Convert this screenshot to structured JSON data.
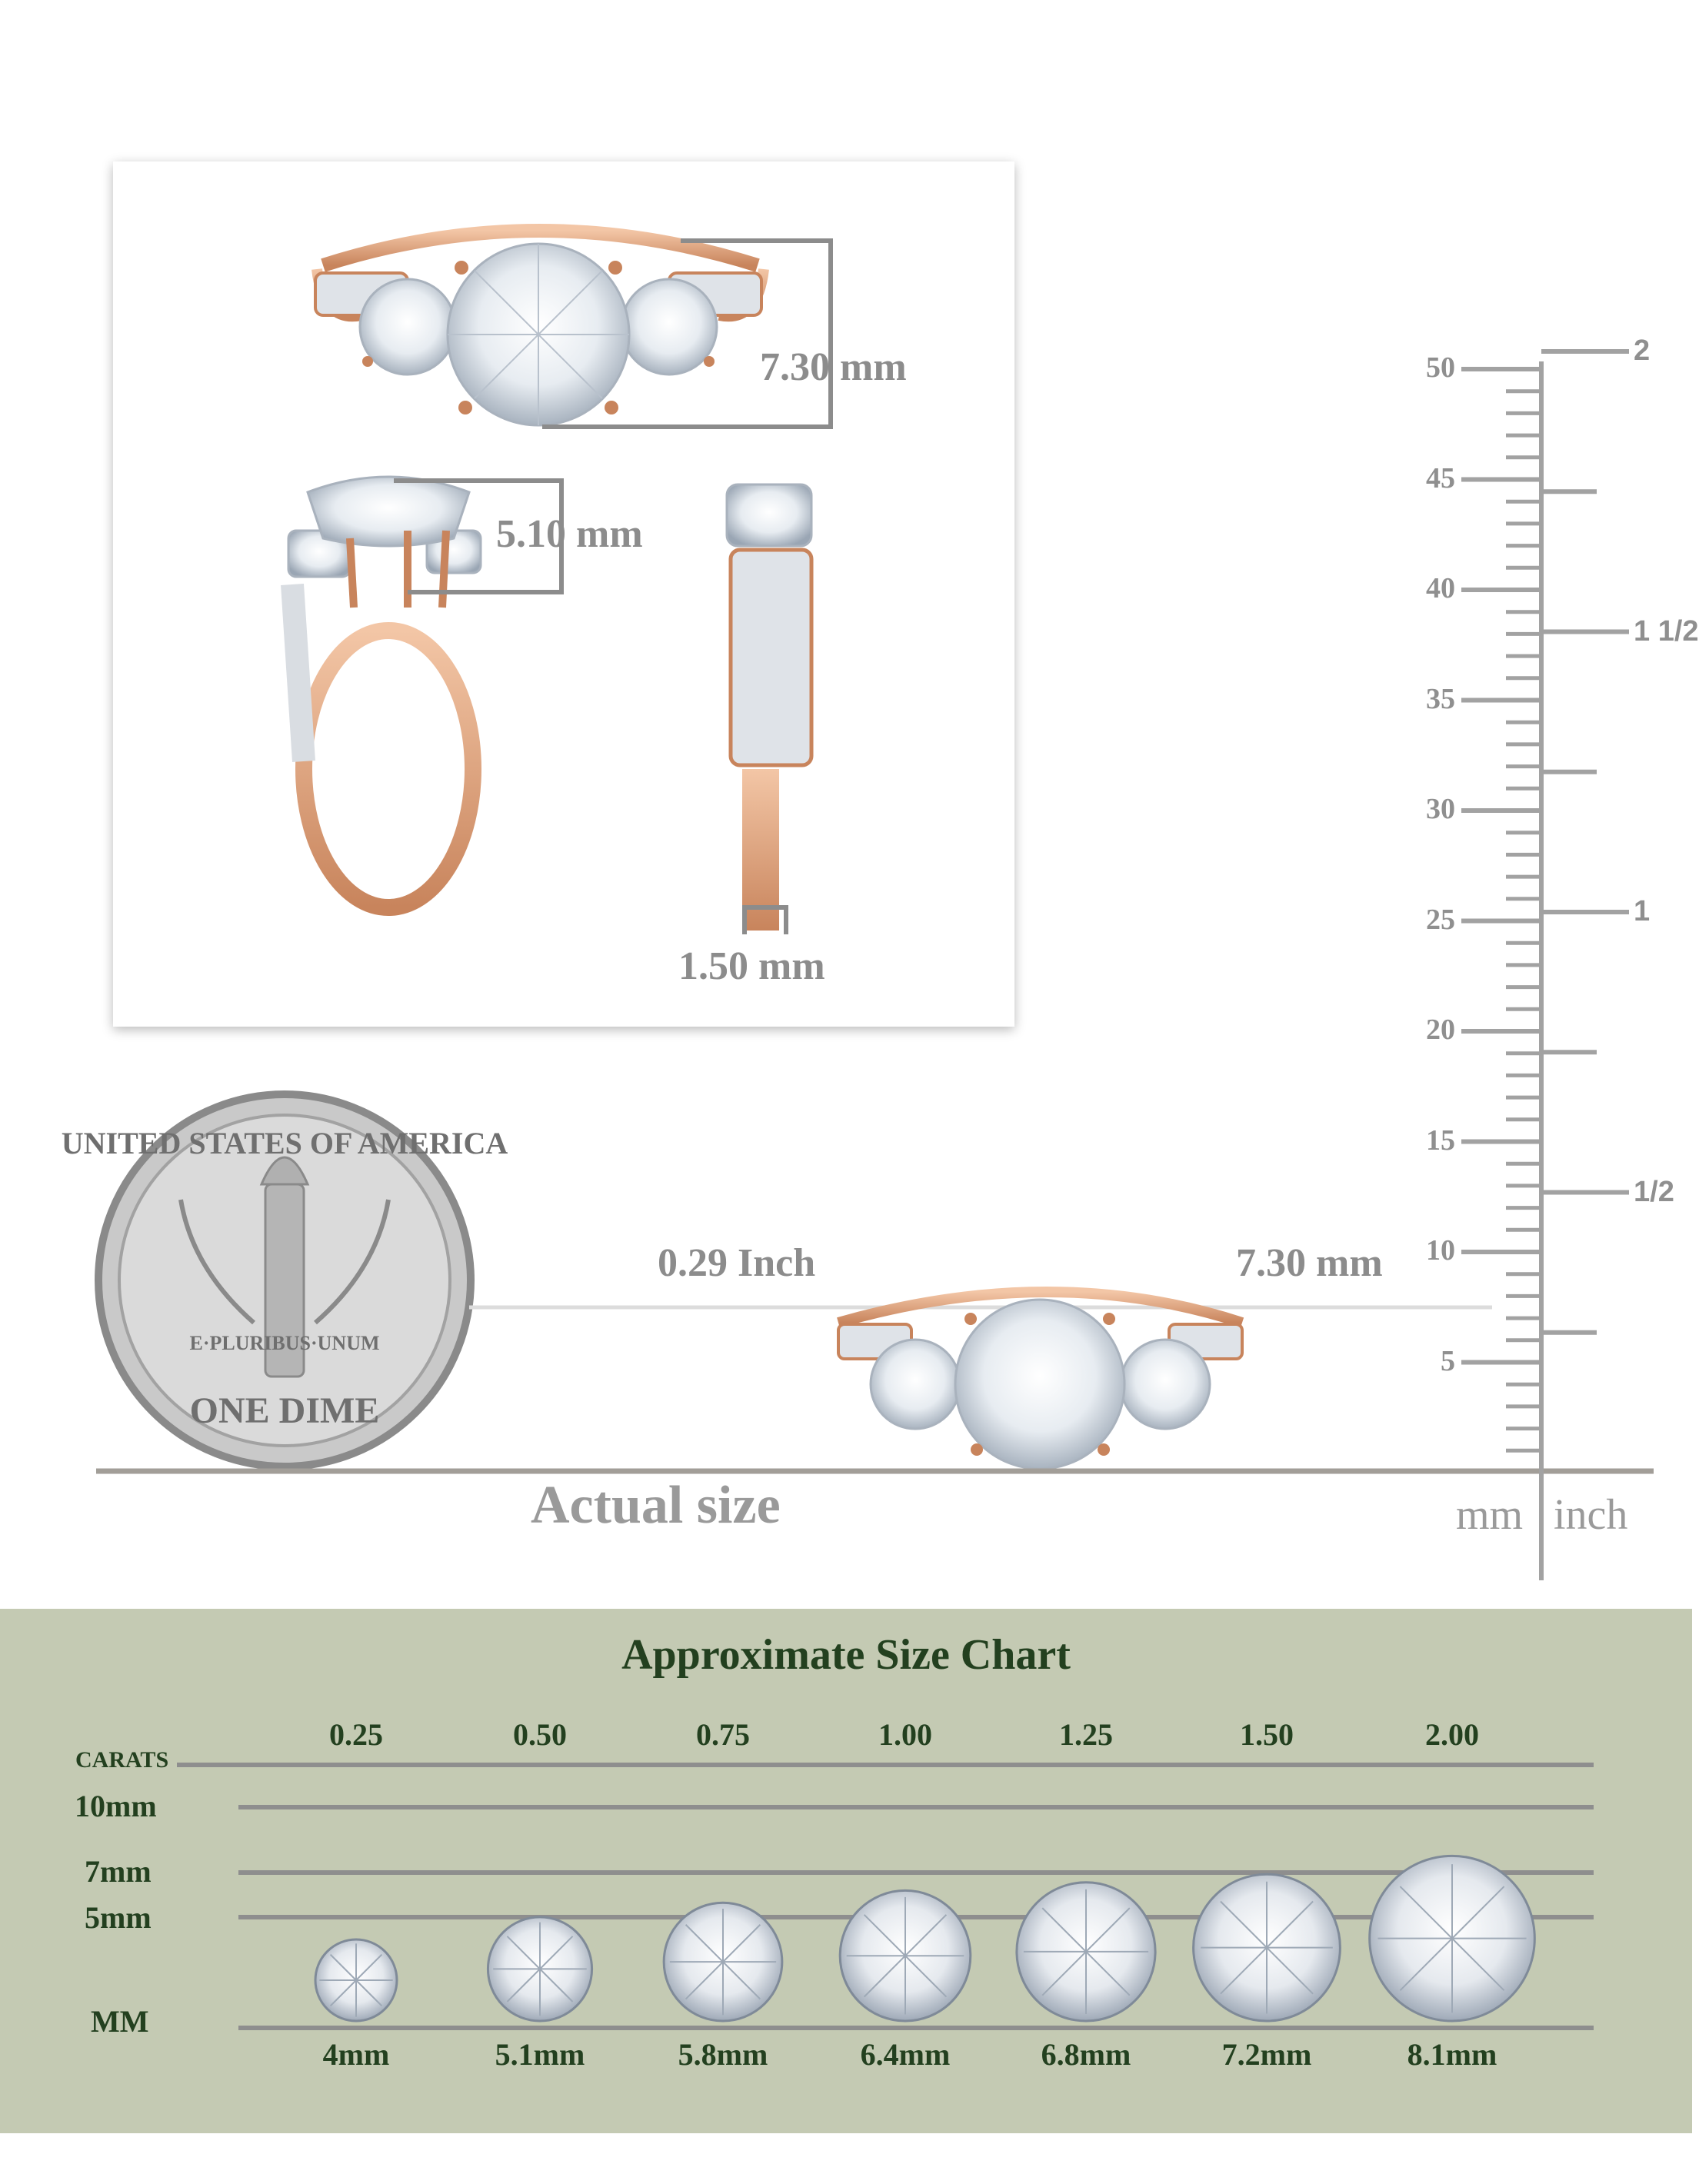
{
  "dimensions": {
    "top_width": "7.30 mm",
    "side_height": "5.10 mm",
    "band_width": "1.50 mm",
    "actual_inch": "0.29 Inch",
    "actual_mm": "7.30 mm"
  },
  "ruler": {
    "mm_ticks": [
      "50",
      "45",
      "40",
      "35",
      "30",
      "25",
      "20",
      "15",
      "10",
      "5"
    ],
    "inch_ticks": [
      "2",
      "1 1/2",
      "1",
      "1/2"
    ],
    "mm_label": "mm",
    "inch_label": "inch"
  },
  "actual_size_label": "Actual size",
  "coin": {
    "top_text": "UNITED STATES OF AMERICA",
    "bottom_text": "ONE DIME",
    "motto": "E·PLURIBUS·UNUM"
  },
  "size_chart": {
    "title": "Approximate Size Chart",
    "carats_label": "CARATS",
    "mm_label": "MM",
    "row_labels": [
      "10mm",
      "7mm",
      "5mm"
    ],
    "carats": [
      "0.25",
      "0.50",
      "0.75",
      "1.00",
      "1.25",
      "1.50",
      "2.00"
    ],
    "mm_sizes": [
      "4mm",
      "5.1mm",
      "5.8mm",
      "6.4mm",
      "6.8mm",
      "7.2mm",
      "8.1mm"
    ],
    "diameters_mm": [
      4,
      5.1,
      5.8,
      6.4,
      6.8,
      7.2,
      8.1
    ]
  },
  "colors": {
    "gold": "#e2a57f",
    "gold_dark": "#c8845c",
    "chart_band": "#c4cab3",
    "chart_text": "#23401f",
    "measure_gray": "#8c8c8c"
  }
}
